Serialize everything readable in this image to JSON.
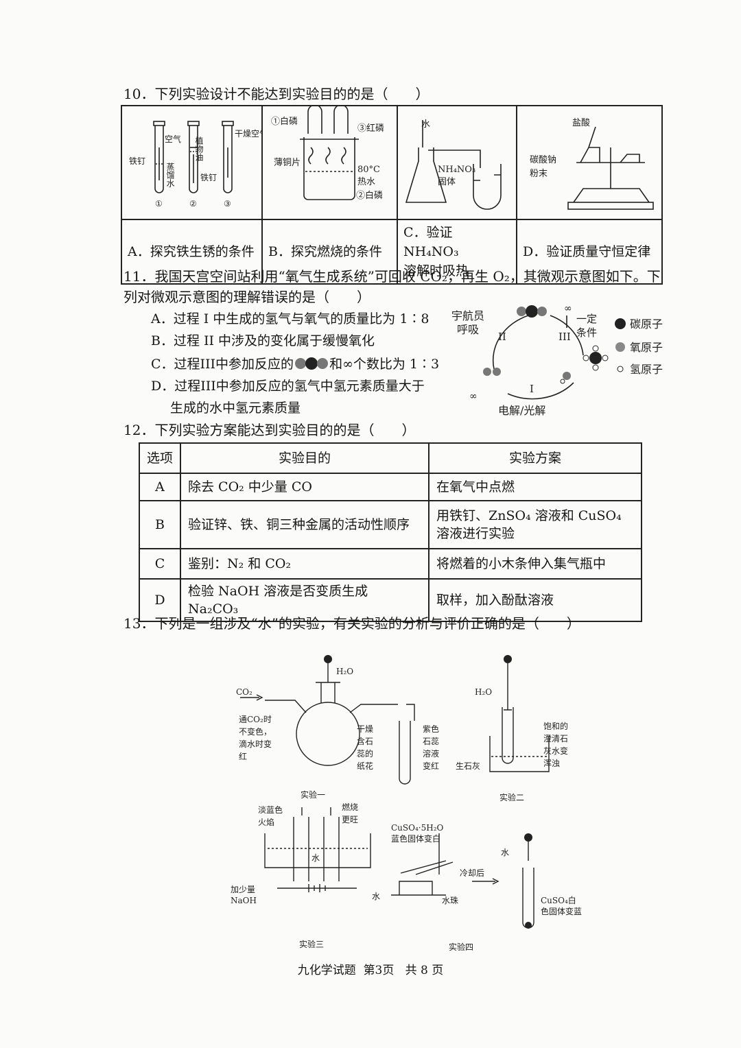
{
  "q10": {
    "stem": "10．下列实验设计不能达到实验目的的是（　　）",
    "figA": {
      "air": "空气",
      "oil": "植物油",
      "dry_air": "干燥空气",
      "nail_left": "铁钉",
      "water": "蒸馏水",
      "nail_mid": "铁钉",
      "n1": "①",
      "n2": "②",
      "n3": "③"
    },
    "figB": {
      "white_p1": "①白磷",
      "red_p": "③红磷",
      "copper": "薄铜片",
      "temp": "80°C",
      "hot_water": "热水",
      "white_p2": "②白磷"
    },
    "figC": {
      "water": "水",
      "salt": "NH₄NO₃",
      "solid": "固体"
    },
    "figD": {
      "acid": "盐酸",
      "powder1": "碳酸钠",
      "powder2": "粉末"
    },
    "options": [
      "A．探究铁生锈的条件",
      "B．探究燃烧的条件",
      "C．验证 NH₄NO₃",
      "D．验证质量守恒定律"
    ],
    "option_c2": "溶解时吸热"
  },
  "q11": {
    "stem1": "11．我国天宫空间站利用“氧气生成系统”可回收 CO₂，再生 O₂，其微观示意图如下。下",
    "stem2": "列对微观示意图的理解错误的是（　　）",
    "options": [
      "A．过程 I 中生成的氢气与氧气的质量比为 1∶8",
      "B．过程 II 中涉及的变化属于缓慢氧化",
      "C．过程III中参加反应的",
      "D．过程III中参加反应的氢气中氢元素质量大于"
    ],
    "option_c_tail": "和∞个数比为 1∶3",
    "option_d2": "生成的水中氢元素质量",
    "diagram": {
      "astro1": "宇航员",
      "astro2": "呼吸",
      "p2": "II",
      "p3": "III",
      "p1": "I",
      "cond1": "一定",
      "cond2": "条件",
      "bottom": "电解/光解",
      "h2": "∞"
    },
    "legend": [
      "碳原子",
      "氧原子",
      "氢原子"
    ]
  },
  "q12": {
    "stem": "12．下列实验方案能达到实验目的的是（　　）",
    "headers": [
      "选项",
      "实验目的",
      "实验方案"
    ],
    "rows": [
      {
        "opt": "A",
        "goal": "除去 CO₂ 中少量 CO",
        "plan": "在氧气中点燃"
      },
      {
        "opt": "B",
        "goal": "验证锌、铁、铜三种金属的活动性顺序",
        "plan": "用铁钉、ZnSO₄ 溶液和 CuSO₄ 溶液进行实验"
      },
      {
        "opt": "C",
        "goal": "鉴别：N₂ 和 CO₂",
        "plan": "将燃着的小木条伸入集气瓶中"
      },
      {
        "opt": "D",
        "goal": "检验 NaOH 溶液是否变质生成 Na₂CO₃",
        "plan": "取样，加入酚酞溶液"
      }
    ]
  },
  "q13": {
    "stem": "13．下列是一组涉及“水”的实验，有关实验的分析与评价正确的是（　　）",
    "exp1": {
      "co2": "CO₂",
      "h2o": "H₂O",
      "note1": "通CO₂时",
      "note2": "不变色，",
      "note3": "滴水时变",
      "note4": "红",
      "paper1": "干燥",
      "paper2": "含石",
      "paper3": "蕊的",
      "paper4": "纸花",
      "tube1": "紫色",
      "tube2": "石蕊",
      "tube3": "溶液",
      "tube4": "变红",
      "title": "实验一"
    },
    "exp2": {
      "h2o": "H₂O",
      "lime": "生石灰",
      "s1": "饱和的",
      "s2": "澄清石",
      "s3": "灰水变",
      "s4": "浑浊",
      "title": "实验二"
    },
    "exp3": {
      "flame1": "淡蓝色",
      "flame2": "火焰",
      "burn1": "燃烧",
      "burn2": "更旺",
      "naoh1": "加少量",
      "naoh2": "NaOH",
      "water_in": "水",
      "water_side": "水",
      "title": "实验三"
    },
    "exp4": {
      "salt": "CuSO₄·5H₂O",
      "change": "蓝色固体变白",
      "drops": "水珠",
      "cool": "冷却后",
      "water": "水",
      "white1": "CuSO₄白",
      "white2": "色固体变蓝",
      "title": "实验四"
    }
  },
  "footer": {
    "name": "九化学试题",
    "page": "第3页",
    "total": "共 8 页"
  }
}
